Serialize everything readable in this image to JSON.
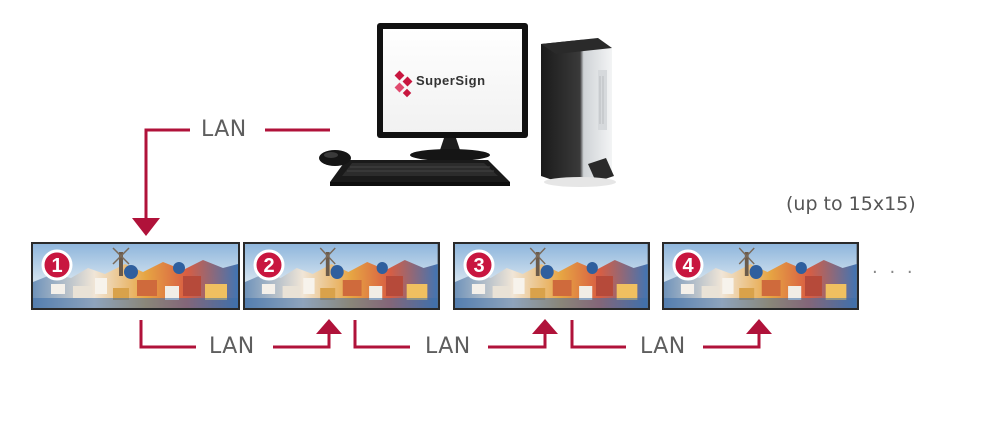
{
  "colors": {
    "connector": "#b0123a",
    "label_text": "#5e5e5e",
    "badge_fill": "#c8163f"
  },
  "pc": {
    "brand_logo_text": "SuperSign",
    "icons": [
      "monitor-icon",
      "computer-tower-icon",
      "keyboard-icon",
      "mouse-icon"
    ]
  },
  "connections": {
    "pc_link_label": "LAN",
    "chain_labels": [
      "LAN",
      "LAN",
      "LAN"
    ]
  },
  "displays": [
    {
      "number": "1"
    },
    {
      "number": "2"
    },
    {
      "number": "3"
    },
    {
      "number": "4"
    }
  ],
  "continuation": "· · ·",
  "capacity_note": "(up to 15x15)"
}
